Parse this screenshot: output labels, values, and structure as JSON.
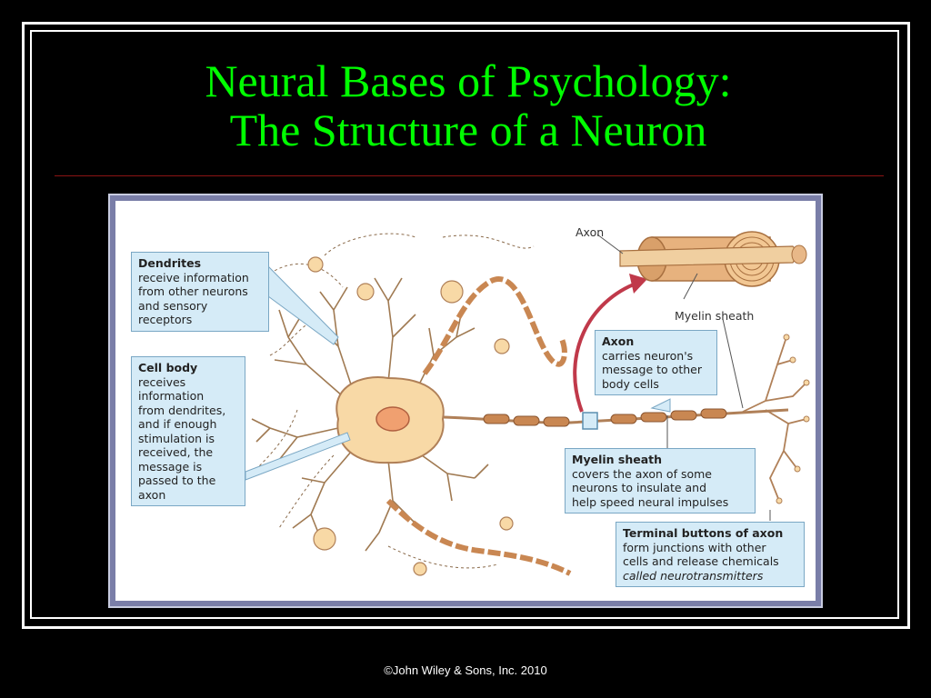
{
  "title": {
    "line1": "Neural Bases of Psychology:",
    "line2": "The Structure of a Neuron"
  },
  "colors": {
    "title": "#00ff00",
    "background": "#000000",
    "rule": "#8b1414",
    "callout_fill": "#d5ebf7",
    "neuron_fill": "#f8d9a6",
    "myelin": "#c98752",
    "arrow": "#c0394a"
  },
  "diagram": {
    "labels": {
      "axon_top": "Axon",
      "myelin_top": "Myelin sheath"
    },
    "callouts": {
      "dendrites": {
        "heading": "Dendrites",
        "lines": [
          "receive information",
          "from other neurons",
          "and sensory",
          "receptors"
        ]
      },
      "cell_body": {
        "heading": "Cell body",
        "lines": [
          "receives",
          "information",
          "from dendrites,",
          "and if enough",
          "stimulation is",
          "received, the",
          "message is",
          "passed to the",
          "axon"
        ]
      },
      "axon": {
        "heading": "Axon",
        "lines": [
          "carries neuron's",
          "message to other",
          "body cells"
        ]
      },
      "myelin": {
        "heading": "Myelin sheath",
        "lines": [
          "covers the axon of some",
          "neurons to insulate and",
          "help speed neural impulses"
        ]
      },
      "terminal": {
        "heading": "Terminal buttons of axon",
        "lines": [
          "form junctions with other",
          "cells and release chemicals",
          "called neurotransmitters"
        ]
      }
    }
  },
  "footer": "©John Wiley & Sons, Inc. 2010"
}
